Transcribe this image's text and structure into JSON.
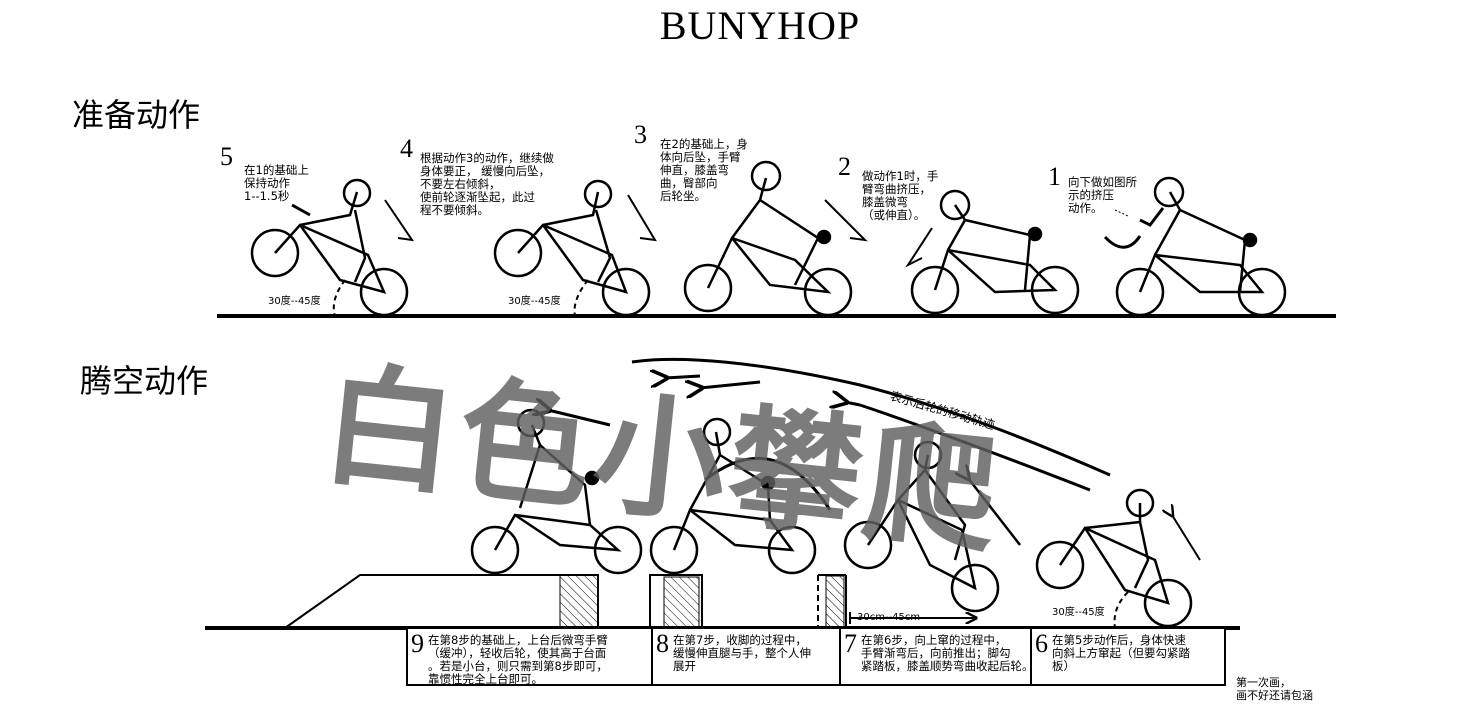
{
  "title": "BUNYHOP",
  "sections": {
    "prep": "准备动作",
    "air": "腾空动作"
  },
  "steps": [
    {
      "num": "5",
      "lines": [
        "在1的基础上",
        "保持动作",
        "1--1.5秒"
      ]
    },
    {
      "num": "4",
      "lines": [
        "根据动作3的动作，继续做",
        "身体要正， 缓慢向后坠，",
        "不要左右倾斜，",
        "使前轮逐渐坠起，此过",
        "程不要倾斜。"
      ]
    },
    {
      "num": "3",
      "lines": [
        "在2的基础上，身",
        "体向后坠，手臂",
        "伸直，膝盖弯",
        "曲，臀部向",
        "后轮坐。"
      ]
    },
    {
      "num": "2",
      "lines": [
        "做动作1时，手",
        "臂弯曲挤压，",
        "膝盖微弯",
        "（或伸直）。"
      ]
    },
    {
      "num": "1",
      "lines": [
        "向下做如图所",
        "示的挤压",
        "动作。"
      ]
    }
  ],
  "angle_label": "30度--45度",
  "boxes": [
    {
      "num": "9",
      "lines": [
        "在第8步的基础上，上台后微弯手臂",
        "（缓冲），轻收后轮，使其高于台面",
        "。若是小台，则只需到第8步即可，",
        "靠惯性完全上台即可。"
      ]
    },
    {
      "num": "8",
      "lines": [
        "在第7步，收脚的过程中，",
        "缓慢伸直腿与手，整个人伸",
        "展开"
      ]
    },
    {
      "num": "7",
      "lines": [
        "在第6步，向上窜的过程中，",
        "手臂渐弯后，向前推出；脚勾",
        "紧踏板，膝盖顺势弯曲收起后轮。"
      ]
    },
    {
      "num": "6",
      "lines": [
        "在第5步动作后，身体快速",
        "向斜上方窜起（但要勾紧踏",
        "板）"
      ]
    }
  ],
  "trajectory_label": "表示后轮的移动轨迹",
  "distance_label": "30cm--45cm",
  "watermark": "白色小攀爬",
  "note": [
    "第一次画，",
    "画不好还请包涵"
  ]
}
